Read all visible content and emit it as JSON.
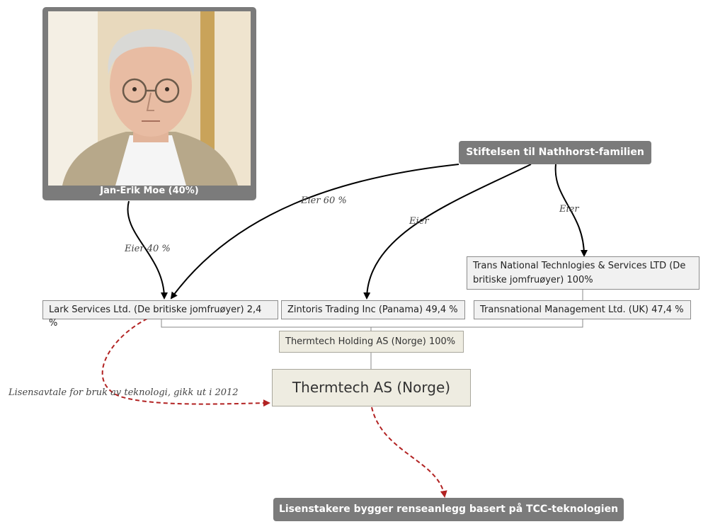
{
  "person": {
    "caption": "Jan-Erik Moe (40%)",
    "portrait_icon": "person-photo"
  },
  "nodes": {
    "foundation": "Stiftelsen til Nathhorst-familien",
    "trans_national": "Trans National Technlogies & Services LTD (De britiske jomfruøyer) 100%",
    "lark": "Lark Services Ltd. (De britiske jomfruøyer) 2,4 %",
    "zintoris": "Zintoris Trading Inc (Panama) 49,4 %",
    "transnational_mgmt": "Transnational Management Ltd. (UK) 47,4 %",
    "holding": "Thermtech Holding AS (Norge) 100%",
    "thermtech": "Thermtech AS (Norge)",
    "licensees": "Lisenstakere bygger renseanlegg basert på TCC-teknologien"
  },
  "edges": {
    "moe_to_lark": "Eier 40 %",
    "foundation_to_lark": "Eier 60 %",
    "foundation_to_zintoris": "Eier",
    "foundation_to_trans_national": "Eier",
    "license": "Lisensavtale for bruk av teknologi, gikk ut i 2012"
  },
  "colors": {
    "dark_box": "#7b7b7b",
    "light_box": "#f1f1f1",
    "beige_box": "#eeece1",
    "arrow": "#000000",
    "license_arrow": "#b22222"
  }
}
